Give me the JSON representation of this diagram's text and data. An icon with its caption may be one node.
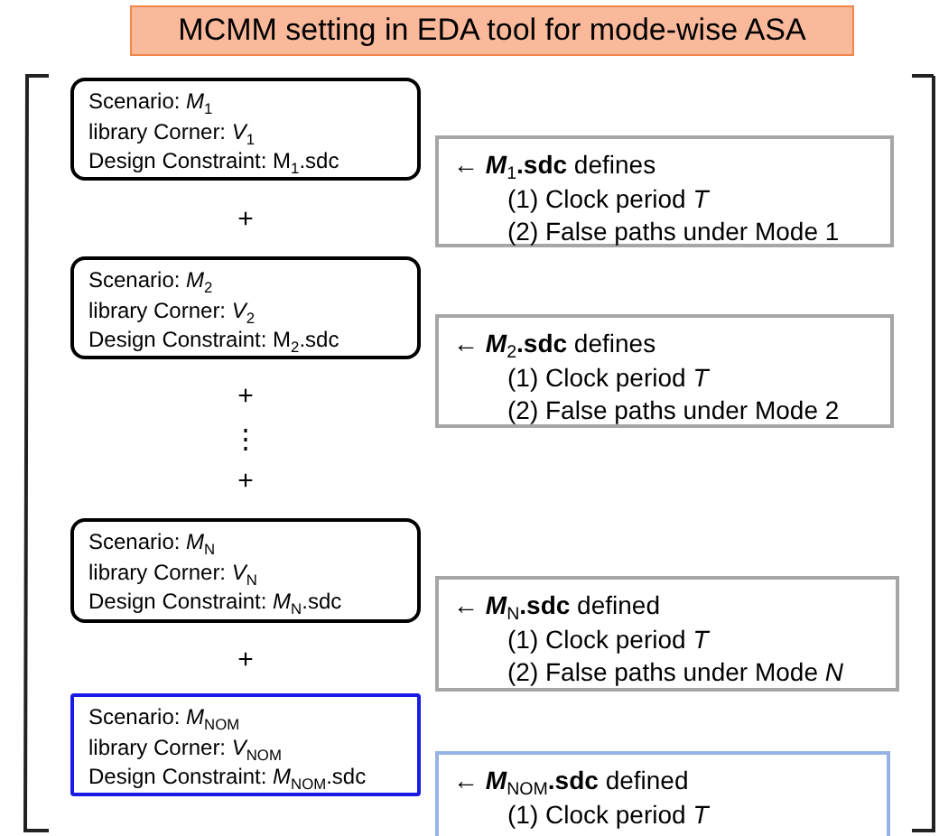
{
  "diagram": {
    "nodes": [
      {
        "text": [
          "MCMM setting in EDA tool for mode-wise ASA"
        ]
      },
      {
        "text": [
          "Scenario: *M*$_{1}$",
          "library Corner: *V*$_{1}$",
          "Design Constraint: M$_{1}$.sdc"
        ]
      },
      {
        "text": [
          "← **M**$_{1}$**.sdc** defines",
          "(1) Clock period *T*",
          "(2) False paths under Mode 1"
        ]
      },
      {
        "text": [
          "Scenario: *M*$_{2}$",
          "library Corner: *V*$_{2}$",
          "Design Constraint: M$_{2}$.sdc"
        ]
      },
      {
        "text": [
          "← **M**$_{2}$**.sdc** defines",
          "(1) Clock period *T*",
          "(2) False paths under Mode 2"
        ]
      },
      {
        "text": [
          "Scenario: *M*$_{N}$",
          "library Corner: *V*$_{N}$",
          "Design Constraint: *M*$_{N}$.sdc"
        ]
      },
      {
        "text": [
          "← **M**$_{N}$**.sdc** defined",
          "(1) Clock period *T*",
          "(2) False paths under Mode *N*"
        ]
      },
      {
        "text": [
          "Scenario: *M*$_{NOM}$",
          "library Corner: *V*$_{NOM}$",
          "Design Constraint: *M*$_{NOM}$.sdc"
        ]
      },
      {
        "text": [
          "← **M**$_{NOM}$**.sdc** defined",
          "(1) Clock period *T*"
        ]
      }
    ],
    "labels": [
      "+",
      "+",
      "⋮",
      "+",
      "+"
    ]
  }
}
